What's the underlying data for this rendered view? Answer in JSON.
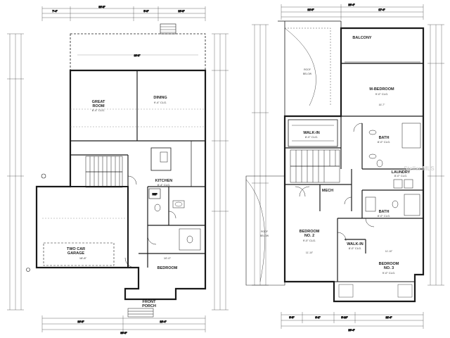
{
  "plans": {
    "first": {
      "dims_top": [
        "7'-4\"",
        "30'-8\"",
        "5'-8\"",
        "19'-8\""
      ],
      "dims_bottom": [
        "16'-8\"",
        "18'-4\"",
        "36'-8\""
      ],
      "rooms": {
        "great_room": {
          "name": "GREAT\nROOM",
          "sub": "8'-4\" CLG."
        },
        "dining": {
          "name": "DINING",
          "sub": "9'-4\" CLG."
        },
        "kitchen": {
          "name": "KITCHEN",
          "sub": "8'-4\" CLG."
        },
        "garage": {
          "name": "TWO CAR\nGARAGE",
          "sub": "18'-8\""
        },
        "bedroom": {
          "name": "BEDROOM",
          "sub": "10'-0\""
        },
        "front_porch": {
          "name": "FRONT\nPORCH",
          "sub": ""
        }
      },
      "notes": {
        "patio_dim": "30'-8\"",
        "ref": "REF",
        "garage_dim": "19'-8\""
      }
    },
    "second": {
      "dims_top": [
        "12'-0\"",
        "17'-4\"",
        "29'-4\""
      ],
      "dims_bottom": [
        "5'-5\"",
        "8'-1\"",
        "5'-10\"",
        "11'-4\"",
        "29'-4\""
      ],
      "rooms": {
        "balcony": {
          "name": "BALCONY",
          "sub": ""
        },
        "m_bedroom": {
          "name": "M-BEDROOM",
          "sub": "9'-0\" CLG."
        },
        "walk_in_top": {
          "name": "WALK-IN",
          "sub": "8'-0\" CLG."
        },
        "bath_top": {
          "name": "BATH",
          "sub": "8'-0\" CLG."
        },
        "laundry": {
          "name": "LAUNDRY",
          "sub": "8'-0\" CLG."
        },
        "mech": {
          "name": "MECH",
          "sub": ""
        },
        "bath_mid": {
          "name": "BATH",
          "sub": "8'-0\" CLG."
        },
        "bedroom_2": {
          "name": "BEDROOM\nNO. 2",
          "sub": "9'-0\" CLG."
        },
        "walk_in_mid": {
          "name": "WALK-IN",
          "sub": "8'-0\" CLG."
        },
        "bedroom_3": {
          "name": "BEDROOM\nNO. 3",
          "sub": "9'-0\" CLG."
        }
      },
      "notes": {
        "roof_below_1": "ROOF\nBELOW",
        "roof_below_2": "ROOF\nBELOW",
        "m_bed_dim": "16'-7\"",
        "bed2_dim": "11'-10\"",
        "bed3_dim": "11'-10\""
      }
    }
  },
  "watermark": "Stellar MLS",
  "colors": {
    "wall": "#1a1a1a",
    "line": "#333333",
    "light": "#888888"
  }
}
